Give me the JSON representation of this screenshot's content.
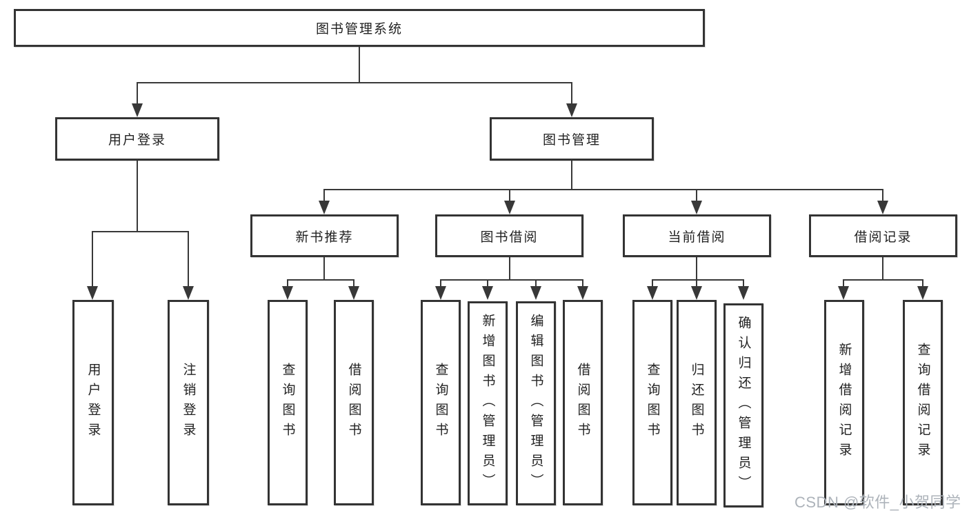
{
  "diagram": {
    "root": {
      "label": "图书管理系统"
    },
    "user_login": {
      "label": "用户登录",
      "children": [
        "用户登录",
        "注销登录"
      ]
    },
    "book_mgmt": {
      "label": "图书管理"
    },
    "new_books": {
      "label": "新书推荐",
      "children": [
        "查询图书",
        "借阅图书"
      ]
    },
    "borrowing": {
      "label": "图书借阅",
      "children": [
        "查询图书",
        "新增图书（管理员）",
        "编辑图书（管理员）",
        "借阅图书"
      ]
    },
    "current_loans": {
      "label": "当前借阅",
      "children": [
        "查询图书",
        "归还图书",
        "确认归还（管理员）"
      ]
    },
    "loan_records": {
      "label": "借阅记录",
      "children": [
        "新增借阅记录",
        "查询借阅记录"
      ]
    }
  },
  "watermark": "CSDN @软件_小贺同学",
  "colors": {
    "line": "#383838",
    "box_border": "#333333",
    "text": "#222222",
    "watermark": "#adb3ba",
    "background": "#ffffff"
  }
}
